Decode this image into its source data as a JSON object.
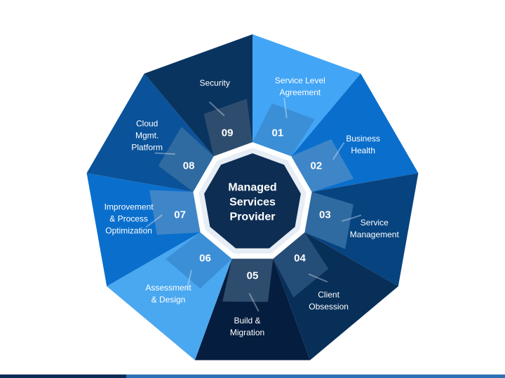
{
  "center": {
    "label": "Managed\nServices\nProvider",
    "fill": "#0d2d52",
    "ring": "#e7edf5"
  },
  "segments": [
    {
      "num": "01",
      "label": "Service Level\nAgreement",
      "color": "#42a5f5",
      "wedge": "#3b8fd6"
    },
    {
      "num": "02",
      "label": "Business\nHealth",
      "color": "#0a6fcc",
      "wedge": "#3f86c8"
    },
    {
      "num": "03",
      "label": "Service\nManagement",
      "color": "#06437f",
      "wedge": "#2f6aa0"
    },
    {
      "num": "04",
      "label": "Client\nObsession",
      "color": "#082f58",
      "wedge": "#244d77"
    },
    {
      "num": "05",
      "label": "Build &\nMigration",
      "color": "#051d3f",
      "wedge": "#2e4d6e"
    },
    {
      "num": "06",
      "label": "Assessment\n& Design",
      "color": "#4aa8f0",
      "wedge": "#3b8fd6"
    },
    {
      "num": "07",
      "label": "Improvement\n& Process\nOptimization",
      "color": "#0a6fcc",
      "wedge": "#3f86c8"
    },
    {
      "num": "08",
      "label": "Cloud\nMgmt.\nPlatform",
      "color": "#0a5299",
      "wedge": "#2f6aa0"
    },
    {
      "num": "09",
      "label": "Security",
      "color": "#0a3460",
      "wedge": "#2e4d6e"
    }
  ]
}
